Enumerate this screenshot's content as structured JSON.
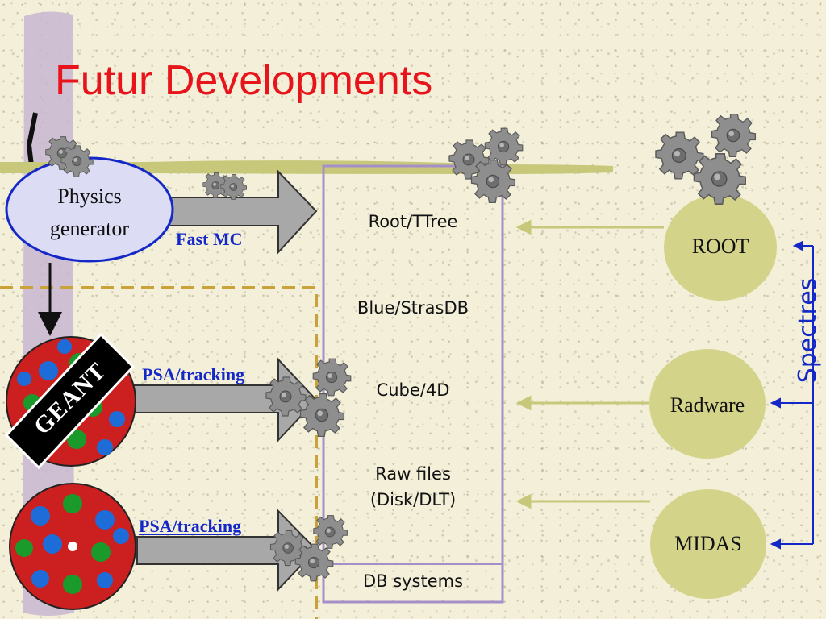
{
  "title": "Futur Developments",
  "physics_generator": {
    "line1": "Physics",
    "line2": "generator"
  },
  "arrows": {
    "fast_mc": "Fast MC",
    "psa_tracking_1": "PSA/tracking",
    "psa_tracking_2": "PSA/tracking"
  },
  "geant": "GEANT",
  "storage_items": [
    {
      "line1": "Root/TTree"
    },
    {
      "line1": "Blue/StrasDB"
    },
    {
      "line1": "Cube/4D"
    },
    {
      "line1": "Raw files",
      "line2": "(Disk/DLT)"
    },
    {
      "line1": "DB systems"
    }
  ],
  "tools": [
    {
      "label": "ROOT"
    },
    {
      "label": "Radware"
    },
    {
      "label": "MIDAS"
    }
  ],
  "spectres": "Spectres",
  "colors": {
    "title": "#e8141c",
    "accent_blue": "#1428c8",
    "tool_fill": "#d3d48a",
    "bar_green": "#c8c87a",
    "storage_border": "#a58fc8",
    "dashed": "#c9a23a",
    "pole": "#c8b6d0",
    "gear": "#8c8c8c"
  }
}
